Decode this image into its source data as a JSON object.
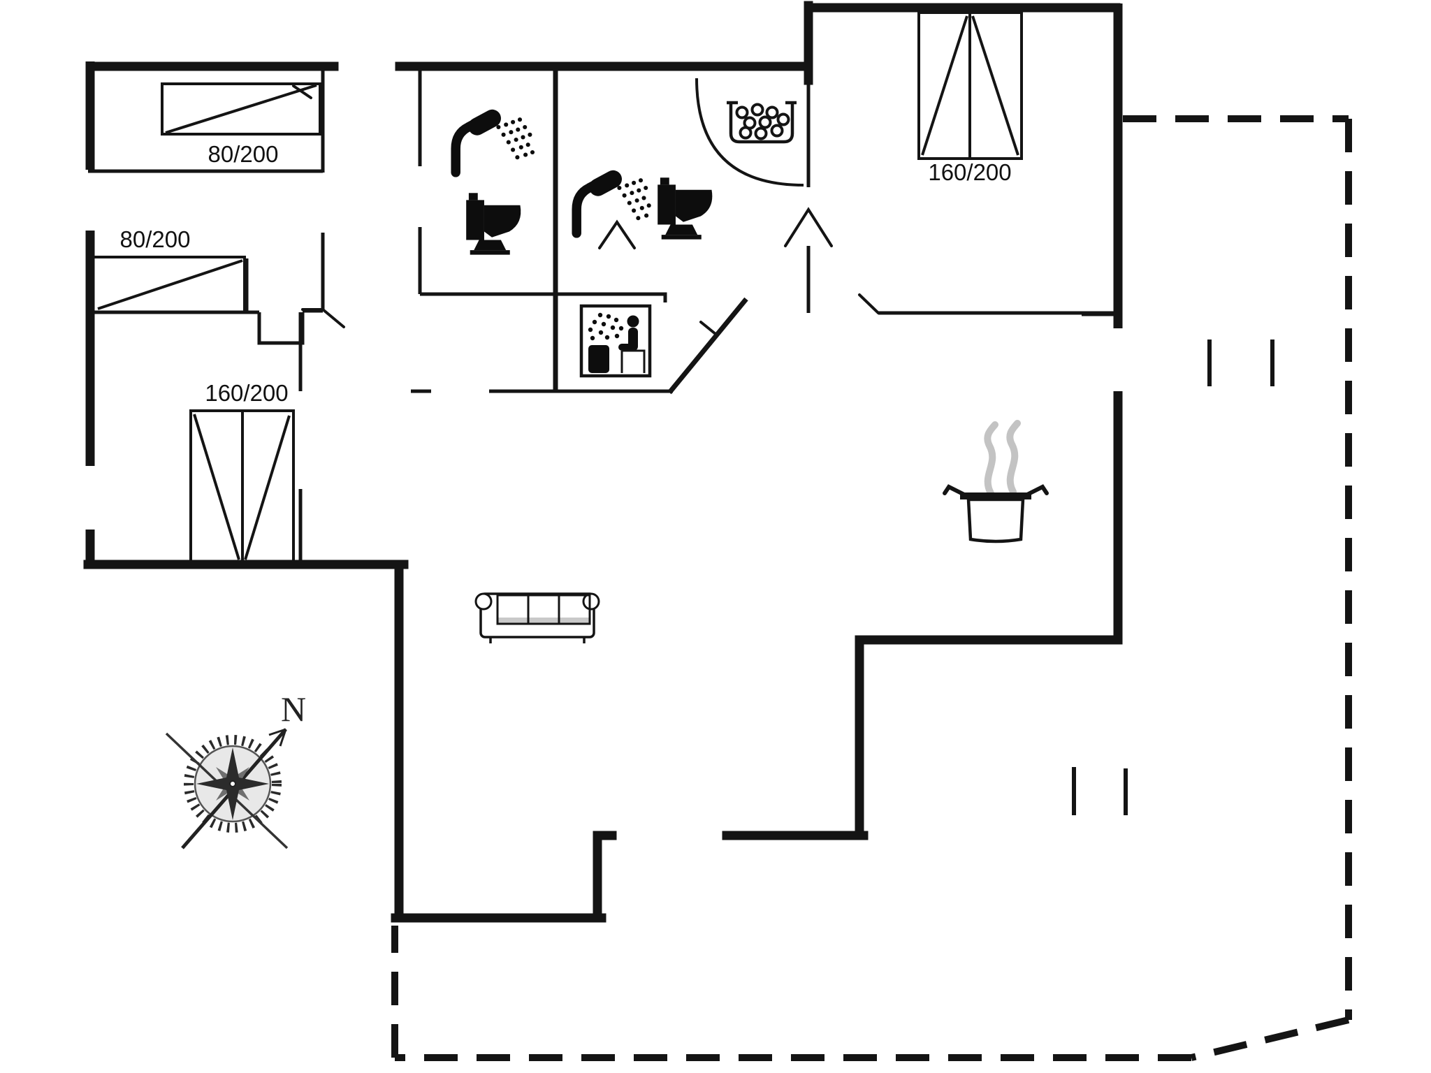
{
  "plan": {
    "type": "floor-plan",
    "beds": [
      {
        "label": "80/200",
        "room": "bedroom-top-left",
        "kind": "single-bed"
      },
      {
        "label": "80/200",
        "room": "bedroom-middle-left",
        "kind": "single-bed"
      },
      {
        "label": "160/200",
        "room": "bedroom-bottom-left",
        "kind": "double-bed"
      },
      {
        "label": "160/200",
        "room": "bedroom-top-right",
        "kind": "double-bed"
      }
    ],
    "compass": {
      "north_label": "N"
    },
    "icons": [
      "shower-icon",
      "toilet-icon",
      "shower-icon-2",
      "toilet-icon-2",
      "whirlpool-icon",
      "sauna-icon",
      "steaming-pot-icon",
      "sofa-icon",
      "compass-rose-icon"
    ],
    "colors": {
      "wall": "#141414",
      "background": "#ffffff",
      "steam": "#c3c3c3",
      "cushion_shade": "#c9c9c9",
      "rose_fill": "#e8e8e8"
    }
  }
}
